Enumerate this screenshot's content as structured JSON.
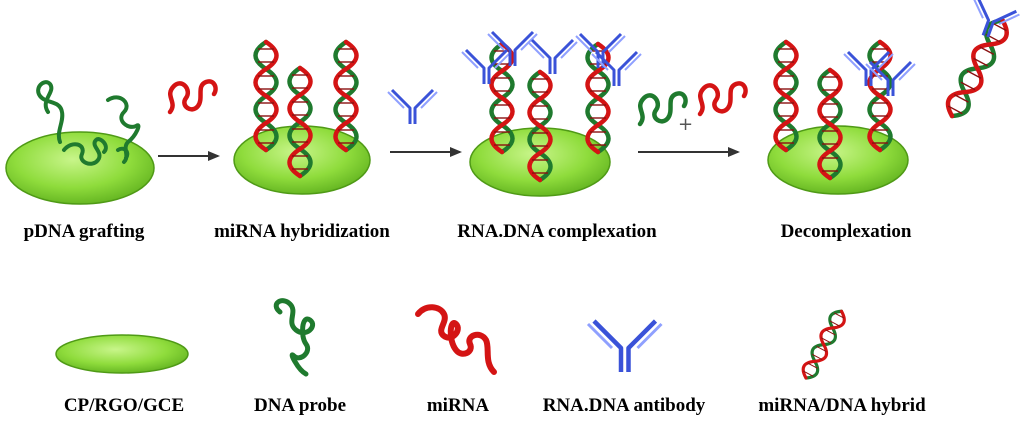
{
  "colors": {
    "electrode_fill": "#8fdc3c",
    "electrode_edge": "#4f9a16",
    "dna_green": "#1f7a2e",
    "mirna_red": "#d41414",
    "antibody_blue": "#3a52d8",
    "arrow": "#333333"
  },
  "steps": [
    {
      "label": "pDNA grafting"
    },
    {
      "label": "miRNA hybridization"
    },
    {
      "label": "RNA.DNA complexation"
    },
    {
      "label": "Decomplexation"
    }
  ],
  "plus_sign": "+",
  "legend": [
    {
      "label": "CP/RGO/GCE",
      "icon": "electrode-icon"
    },
    {
      "label": "DNA probe",
      "icon": "dna-probe-icon"
    },
    {
      "label": "miRNA",
      "icon": "mirna-icon"
    },
    {
      "label": "RNA.DNA antibody",
      "icon": "antibody-icon"
    },
    {
      "label": "miRNA/DNA hybrid",
      "icon": "hybrid-icon"
    }
  ]
}
